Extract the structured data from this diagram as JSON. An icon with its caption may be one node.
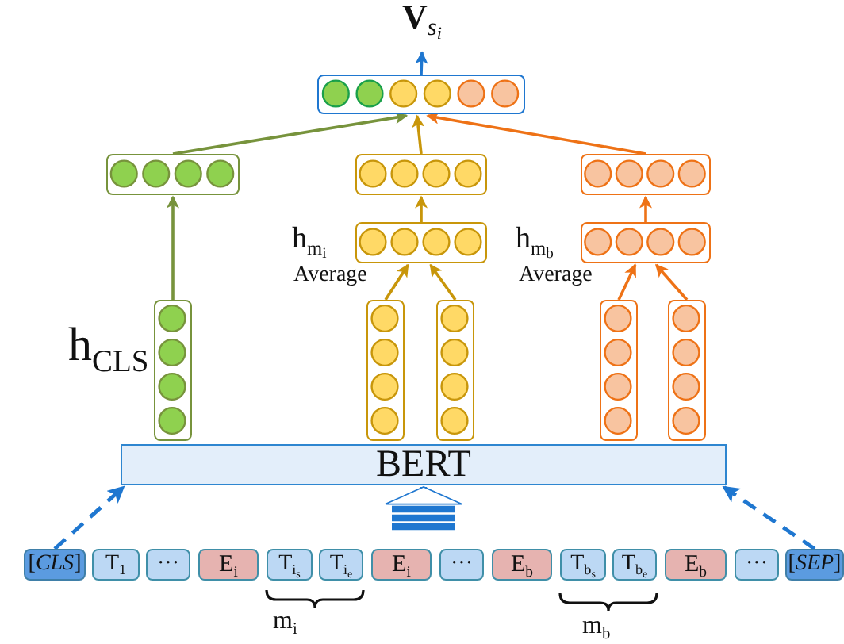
{
  "diagram": {
    "nodes": [
      {
        "text": [
          "**V**$_{s}$$_{i}$"
        ]
      },
      {
        "text": [],
        "shape": "box"
      },
      {
        "text": [],
        "shape": "box"
      },
      {
        "text": [],
        "shape": "box"
      },
      {
        "text": [],
        "shape": "box"
      },
      {
        "text": [],
        "shape": "box",
        "beside": [
          "h$_{m}$$_{i}$",
          "Average"
        ]
      },
      {
        "text": [],
        "shape": "box",
        "beside": [
          "h$_{m}$$_{b}$",
          "Average"
        ]
      },
      {
        "text": [],
        "shape": "box",
        "beside": [
          "h$_{CLS}$"
        ]
      },
      {
        "text": [],
        "shape": "box"
      },
      {
        "text": [],
        "shape": "box"
      },
      {
        "text": [],
        "shape": "box"
      },
      {
        "text": [],
        "shape": "box"
      },
      {
        "text": [
          "BERT"
        ]
      },
      {
        "text": [
          "[*CLS*]"
        ]
      },
      {
        "text": [
          "T$_{1}$"
        ]
      },
      {
        "text": [
          "···"
        ]
      },
      {
        "text": [
          "E$_{i}$"
        ]
      },
      {
        "text": [
          "T$_{i}$$_{s}$"
        ]
      },
      {
        "text": [
          "T$_{i}$$_{e}$"
        ]
      },
      {
        "text": [
          "E$_{i}$"
        ]
      },
      {
        "text": [
          "···"
        ]
      },
      {
        "text": [
          "E$_{b}$"
        ]
      },
      {
        "text": [
          "T$_{b}$$_{s}$"
        ]
      },
      {
        "text": [
          "T$_{b}$$_{e}$"
        ]
      },
      {
        "text": [
          "E$_{b}$"
        ]
      },
      {
        "text": [
          "···"
        ]
      },
      {
        "text": [
          "[*SEP*]"
        ]
      }
    ],
    "edges": [
      {
        "from": 1,
        "to": 0,
        "arrow": "to",
        "color": "#1f77d0"
      },
      {
        "from": 2,
        "to": 1,
        "arrow": "to",
        "color": "#77933c"
      },
      {
        "from": 3,
        "to": 1,
        "arrow": "to",
        "color": "#c8960a"
      },
      {
        "from": 4,
        "to": 1,
        "arrow": "to",
        "color": "#ee7216"
      },
      {
        "from": 7,
        "to": 2,
        "arrow": "to",
        "color": "#77933c"
      },
      {
        "from": 5,
        "to": 3,
        "arrow": "to",
        "color": "#c8960a"
      },
      {
        "from": 6,
        "to": 4,
        "arrow": "to",
        "color": "#ee7216"
      },
      {
        "from": 8,
        "to": 5,
        "arrow": "to",
        "color": "#c8960a"
      },
      {
        "from": 9,
        "to": 5,
        "arrow": "to",
        "color": "#c8960a"
      },
      {
        "from": 10,
        "to": 6,
        "arrow": "to",
        "color": "#ee7216"
      },
      {
        "from": 11,
        "to": 6,
        "arrow": "to",
        "color": "#ee7216"
      },
      {
        "from": 13,
        "to": 12,
        "arrow": "to",
        "style": "dashed",
        "color": "#1f77d0"
      },
      {
        "from": 26,
        "to": 12,
        "arrow": "to",
        "style": "dashed",
        "color": "#1f77d0"
      },
      {
        "from": null,
        "to": 12,
        "arrow": "to",
        "style": "thick",
        "color": "#1f77d0"
      }
    ],
    "labels": [
      "m$_{i}$",
      "m$_{b}$"
    ]
  }
}
